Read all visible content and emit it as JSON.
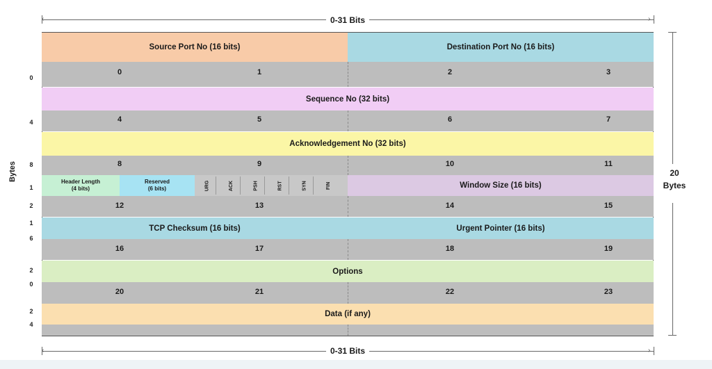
{
  "top_label": "0-31 Bits",
  "bottom_label": "0-31 Bits",
  "left_axis_label": "Bytes",
  "right_axis_label_1": "20",
  "right_axis_label_2": "Bytes",
  "fields": {
    "source_port": "Source Port No (16 bits)",
    "destination_port": "Destination Port No (16 bits)",
    "sequence": "Sequence No (32 bits)",
    "acknowledgement": "Acknowledgement No (32 bits)",
    "header_length_1": "Header Length",
    "header_length_2": "(4 bits)",
    "reserved_1": "Reserved",
    "reserved_2": "(6 bits)",
    "flags": [
      "URG",
      "ACK",
      "PSH",
      "RST",
      "SYN",
      "FIN"
    ],
    "window_size": "Window Size (16 bits)",
    "checksum": "TCP Checksum (16 bits)",
    "urgent_pointer": "Urgent Pointer (16 bits)",
    "options": "Options",
    "data": "Data (if any)"
  },
  "byte_rows": [
    [
      "0",
      "1",
      "2",
      "3"
    ],
    [
      "4",
      "5",
      "6",
      "7"
    ],
    [
      "8",
      "9",
      "10",
      "11"
    ],
    [
      "12",
      "13",
      "14",
      "15"
    ],
    [
      "16",
      "17",
      "18",
      "19"
    ],
    [
      "20",
      "21",
      "22",
      "23"
    ]
  ],
  "left_offsets": {
    "o0": "0",
    "o4": "4",
    "o8": "8",
    "o12a": "1",
    "o12b": "2",
    "o16a": "1",
    "o16b": "6",
    "o20a": "2",
    "o20b": "0",
    "o24a": "2",
    "o24b": "4"
  },
  "colors": {
    "source_port": "#f8cba8",
    "destination_port": "#a9d9e3",
    "sequence": "#f1cdf5",
    "acknowledgement": "#fbf6a6",
    "header_length": "#c6f0d4",
    "reserved": "#a7e3f3",
    "window_size": "#dcc9e3",
    "checksum_row": "#a9d9e3",
    "options": "#daeec3",
    "data": "#fbdfb0",
    "byte_row": "#bdbdbd"
  }
}
